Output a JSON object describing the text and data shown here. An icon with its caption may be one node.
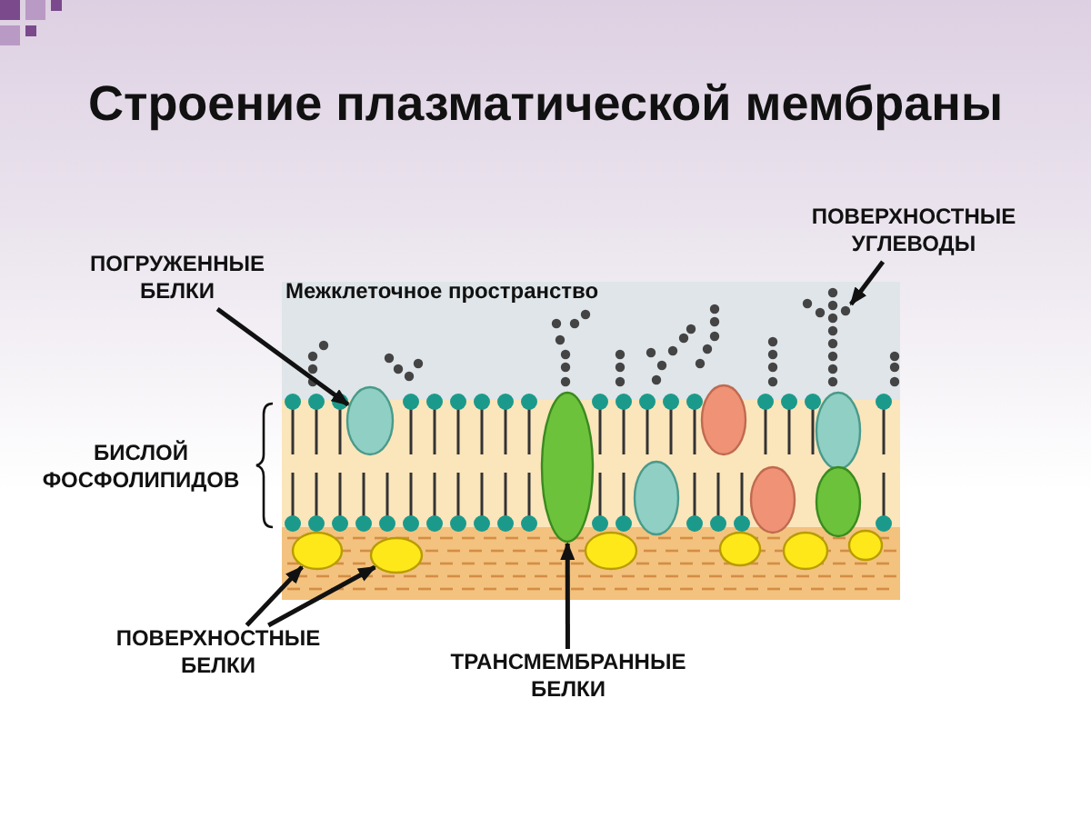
{
  "diagram": {
    "title": "Строение плазматической мембраны",
    "nodes": [
      {
        "text": [
          "ПОГРУЖЕННЫЕ БЕЛКИ"
        ]
      },
      {
        "text": [],
        "shape": "oval"
      },
      {
        "text": [
          "ПОВЕРХНОСТНЫЕ УГЛЕВОДЫ"
        ]
      },
      {
        "text": [],
        "shape": "chain"
      },
      {
        "text": [
          "ПОВЕРХНОСТНЫЕ БЕЛКИ"
        ]
      },
      {
        "text": [],
        "shape": "oval"
      },
      {
        "text": [],
        "shape": "oval"
      },
      {
        "text": [
          "ТРАНСМЕМБРАННЫЕ БЕЛКИ"
        ]
      },
      {
        "text": [],
        "shape": "oval"
      }
    ],
    "edges": [
      {
        "from": 0,
        "to": 1,
        "arrow": "to"
      },
      {
        "from": 2,
        "to": 3,
        "arrow": "to"
      },
      {
        "from": 4,
        "to": 5,
        "arrow": "to"
      },
      {
        "from": 4,
        "to": 6,
        "arrow": "to"
      },
      {
        "from": 7,
        "to": 8,
        "arrow": "to"
      }
    ],
    "labels": [
      "Межклеточное пространство",
      "БИСЛОЙ ФОСФОЛИПИДОВ"
    ]
  }
}
